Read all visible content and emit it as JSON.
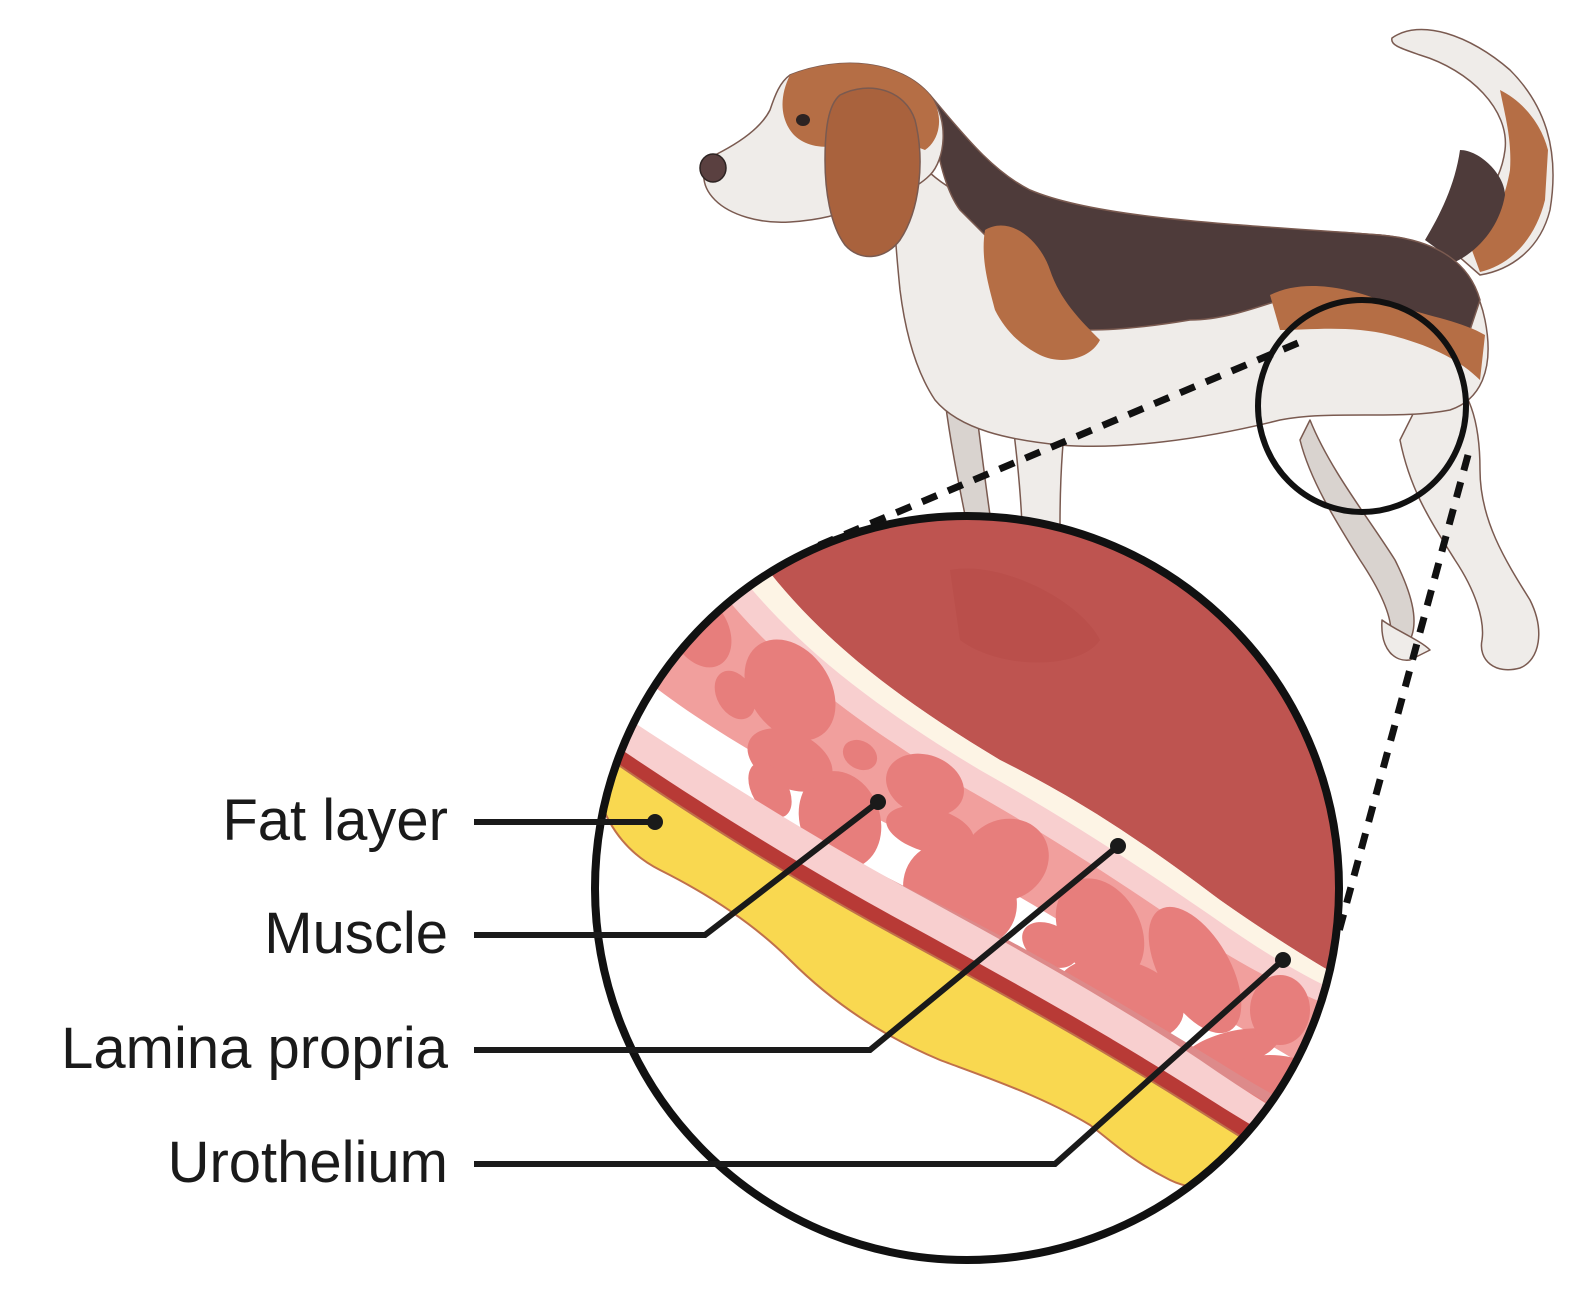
{
  "figure": {
    "subject": "Beagle dog with magnified bladder wall cross-section",
    "labels": [
      {
        "id": "fat",
        "text": "Fat layer"
      },
      {
        "id": "muscle",
        "text": "Muscle"
      },
      {
        "id": "lamina",
        "text": "Lamina propria"
      },
      {
        "id": "urothelium",
        "text": "Urothelium"
      }
    ]
  },
  "colors": {
    "fat": "#f9d850",
    "serosa_red": "#b83a36",
    "lamina_light": "#f8cfcf",
    "muscle_base": "#f19f9d",
    "muscle_bundle": "#e77e7c",
    "lumen": "#be5450",
    "urothelium_cream": "#fdf4e5",
    "dog_white": "#efece9",
    "dog_brown": "#b56e45",
    "dog_dark": "#4e3b3a",
    "line": "#1a1a1a"
  }
}
